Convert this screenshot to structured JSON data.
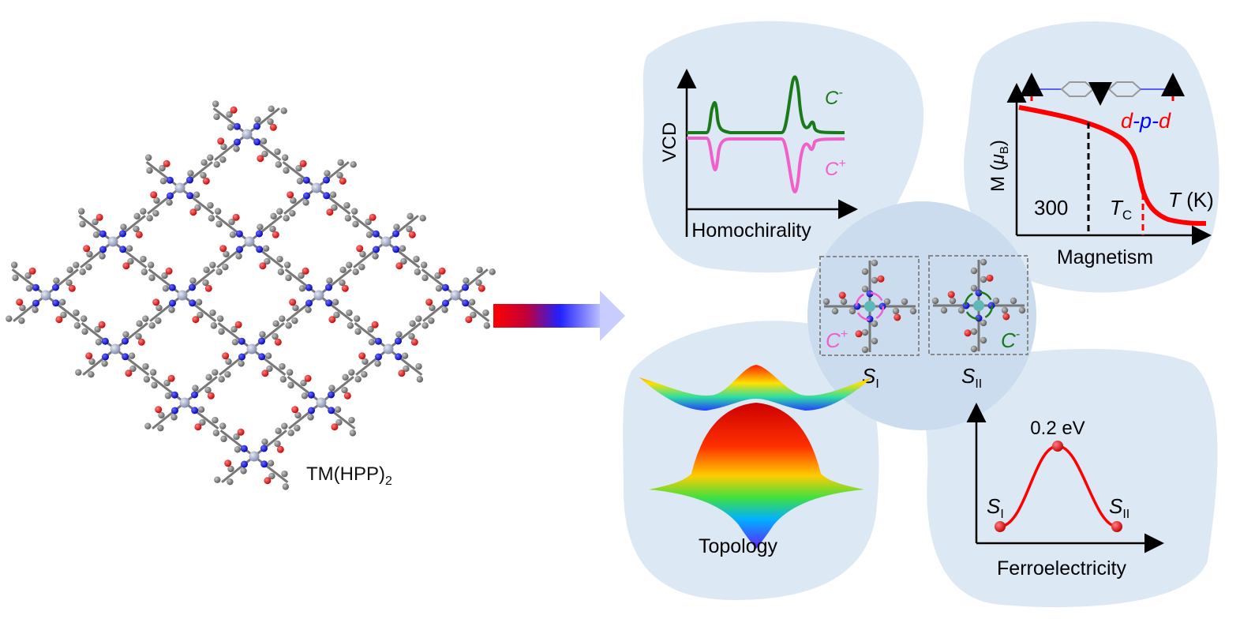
{
  "left": {
    "compound_label": "TM(HPP)",
    "compound_subscript": "2"
  },
  "homochirality": {
    "y_axis_label": "VCD",
    "panel_label": "Homochirality",
    "series_minus_label": "C",
    "series_minus_sup": "-",
    "series_plus_label": "C",
    "series_plus_sup": "+",
    "colors": {
      "minus": "#1a7a1a",
      "plus": "#f060c8"
    }
  },
  "magnetism": {
    "y_axis_label": "M (",
    "y_axis_mu": "μ",
    "y_axis_sub": "B",
    "y_axis_close": ")",
    "x_axis_label_T": "T",
    "x_axis_label_unit": "(K)",
    "tick_300": "300",
    "tc_label": "T",
    "tc_sub": "C",
    "exchange_d1": "d",
    "exchange_p": "-p-",
    "exchange_d2": "d",
    "panel_label": "Magnetism"
  },
  "center": {
    "state1_chirality": "C",
    "state1_chirality_sup": "+",
    "state2_chirality": "C",
    "state2_chirality_sup": "-",
    "state1_label": "S",
    "state1_sub": "I",
    "state2_label": "S",
    "state2_sub": "II"
  },
  "topology": {
    "panel_label": "Topology"
  },
  "ferroelectricity": {
    "barrier_label": "0.2 eV",
    "left_state": "S",
    "left_state_sub": "I",
    "right_state": "S",
    "right_state_sub": "II",
    "panel_label": "Ferroelectricity"
  }
}
